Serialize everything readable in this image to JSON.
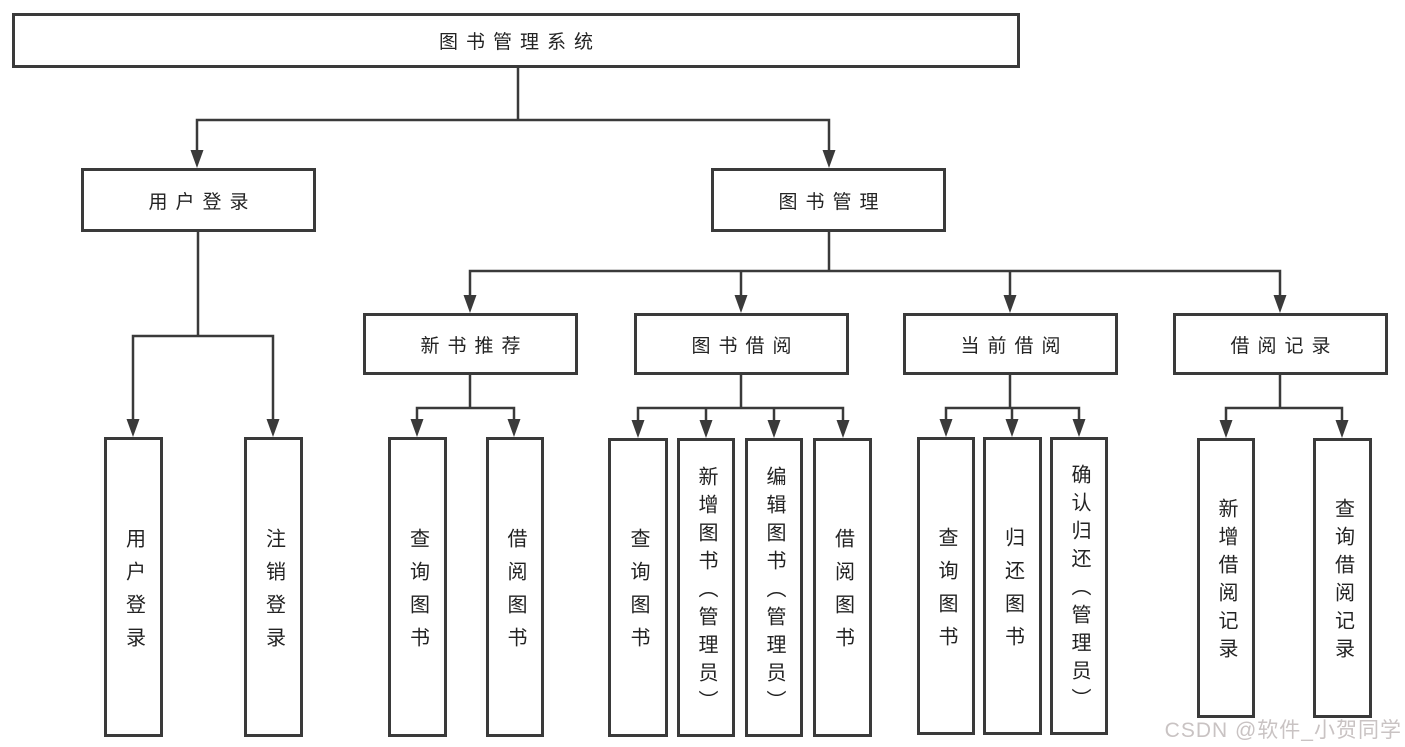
{
  "tree": {
    "root": "图书管理系统",
    "level2": [
      {
        "label": "用户登录",
        "leaves": [
          "用户登录",
          "注销登录"
        ]
      },
      {
        "label": "图书管理",
        "groups": [
          {
            "label": "新书推荐",
            "leaves": [
              "查询图书",
              "借阅图书"
            ]
          },
          {
            "label": "图书借阅",
            "leaves": [
              "查询图书",
              "新增图书（管理员）",
              "编辑图书（管理员）",
              "借阅图书"
            ]
          },
          {
            "label": "当前借阅",
            "leaves": [
              "查询图书",
              "归还图书",
              "确认归还（管理员）"
            ]
          },
          {
            "label": "借阅记录",
            "leaves": [
              "新增借阅记录",
              "查询借阅记录"
            ]
          }
        ]
      }
    ]
  },
  "watermark": {
    "text": "CSDN @软件_小贺同学"
  },
  "colors": {
    "line": "#3a3a3a",
    "text": "#232323",
    "background": "#ffffff",
    "watermark": "#c9c3c3"
  }
}
